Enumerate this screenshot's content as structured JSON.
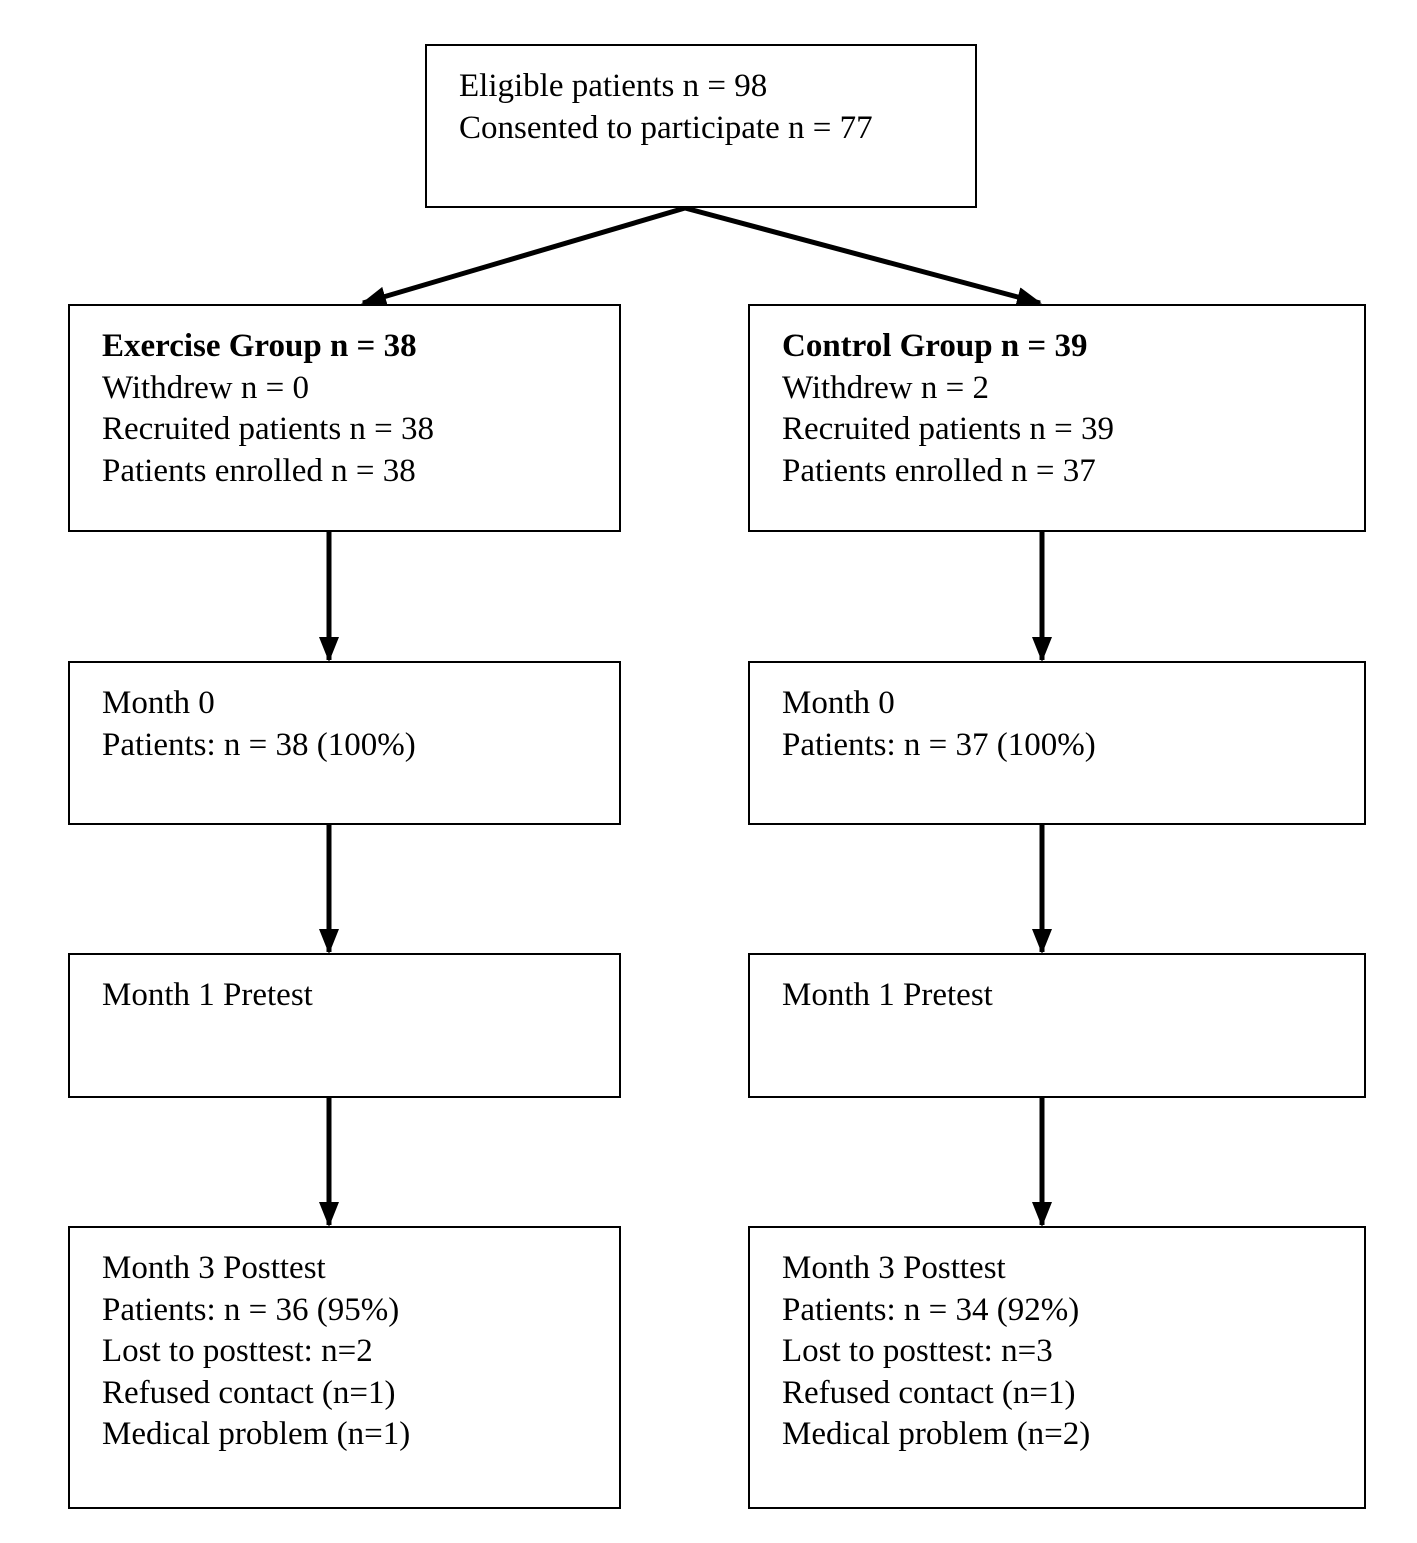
{
  "enrollment": {
    "lines": [
      "Eligible patients n = 98",
      "Consented to participate n = 77"
    ]
  },
  "exercise": {
    "allocation": {
      "heading": "Exercise Group n = 38",
      "lines": [
        "Withdrew n = 0",
        "Recruited patients n = 38",
        "Patients enrolled n = 38"
      ]
    },
    "month0": {
      "lines": [
        "Month 0",
        "Patients: n = 38 (100%)"
      ]
    },
    "month1": {
      "lines": [
        "Month 1 Pretest"
      ]
    },
    "month3": {
      "lines": [
        "Month 3 Posttest",
        "Patients: n = 36 (95%)",
        "Lost to posttest: n=2",
        "Refused contact (n=1)",
        "Medical problem (n=1)"
      ]
    }
  },
  "control": {
    "allocation": {
      "heading": "Control Group n = 39",
      "lines": [
        "Withdrew n = 2",
        "Recruited patients n = 39",
        "Patients enrolled n = 37"
      ]
    },
    "month0": {
      "lines": [
        "Month 0",
        "Patients: n = 37 (100%)"
      ]
    },
    "month1": {
      "lines": [
        "Month 1 Pretest"
      ]
    },
    "month3": {
      "lines": [
        "Month 3 Posttest",
        "Patients: n = 34 (92%)",
        "Lost to posttest: n=3",
        "Refused contact (n=1)",
        "Medical problem (n=2)"
      ]
    }
  }
}
